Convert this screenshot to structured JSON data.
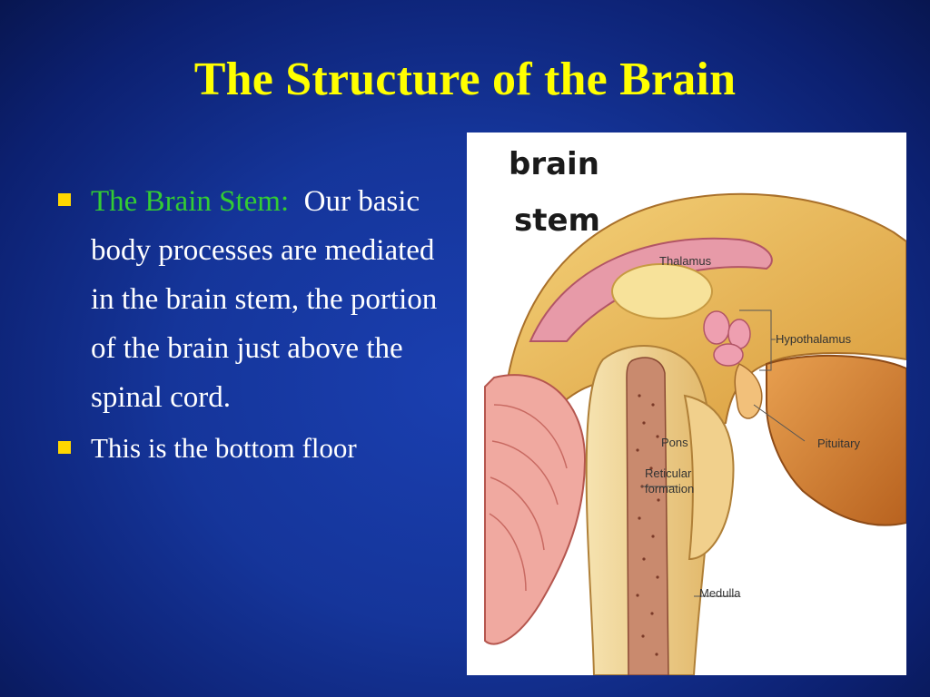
{
  "slide": {
    "title": "The Structure of the Brain"
  },
  "bullets": [
    {
      "lead": "The Brain Stem:",
      "text": "Our basic body processes are mediated in the brain stem, the portion of the brain just above the spinal cord."
    },
    {
      "text": "This is the bottom floor"
    }
  ],
  "figure": {
    "heading_line1": "brain",
    "heading_line2": "stem",
    "labels": {
      "thalamus": "Thalamus",
      "hypothalamus": "Hypothalamus",
      "pituitary": "Pituitary",
      "pons": "Pons",
      "reticular_line1": "Reticular",
      "reticular_line2": "formation",
      "medulla": "Medulla"
    }
  },
  "colors": {
    "background": "#15359a",
    "title": "#ffff00",
    "lead_text": "#33cc33",
    "body_text": "#ffffff",
    "bullet_marker": "#ffd700"
  }
}
